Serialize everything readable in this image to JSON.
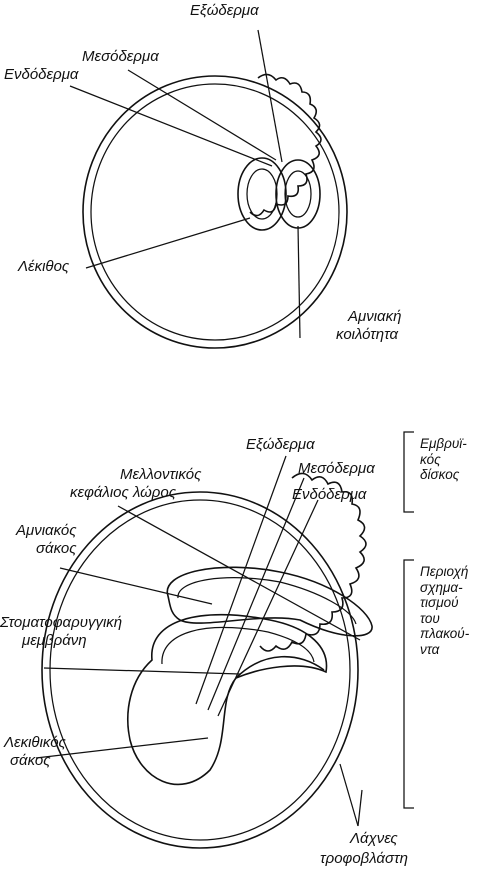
{
  "top_diagram": {
    "ectoderm": "Εξώδερμα",
    "mesoderm": "Μεσόδερμα",
    "endoderm": "Ενδόδερμα",
    "yolk": "Λέκιθος",
    "amniotic_cavity_1": "Αμνιακή",
    "amniotic_cavity_2": "κοιλότητα"
  },
  "bottom_diagram": {
    "ectoderm": "Εξώδερμα",
    "mesoderm": "Μεσόδερμα",
    "endoderm": "Ενδόδερμα",
    "future_head_1": "Μελλοντικός",
    "future_head_2": "κεφάλιος λώρος",
    "amniotic_sac_1": "Αμνιακός",
    "amniotic_sac_2": "σάκος",
    "membrane_1": "Στοματοφαρυγγική",
    "membrane_2": "μεμβράνη",
    "yolk_sac_1": "Λεκιθικός",
    "yolk_sac_2": "σάκος",
    "villi_1": "Λάχνες",
    "villi_2": "τροφοβλάστη",
    "embryonic_disc": [
      "Εμβρυϊ-",
      "κός",
      "δίσκος"
    ],
    "placenta_region": [
      "Περιοχή",
      "σχημα-",
      "τισμού",
      "του",
      "πλακού-",
      "ντα"
    ]
  }
}
